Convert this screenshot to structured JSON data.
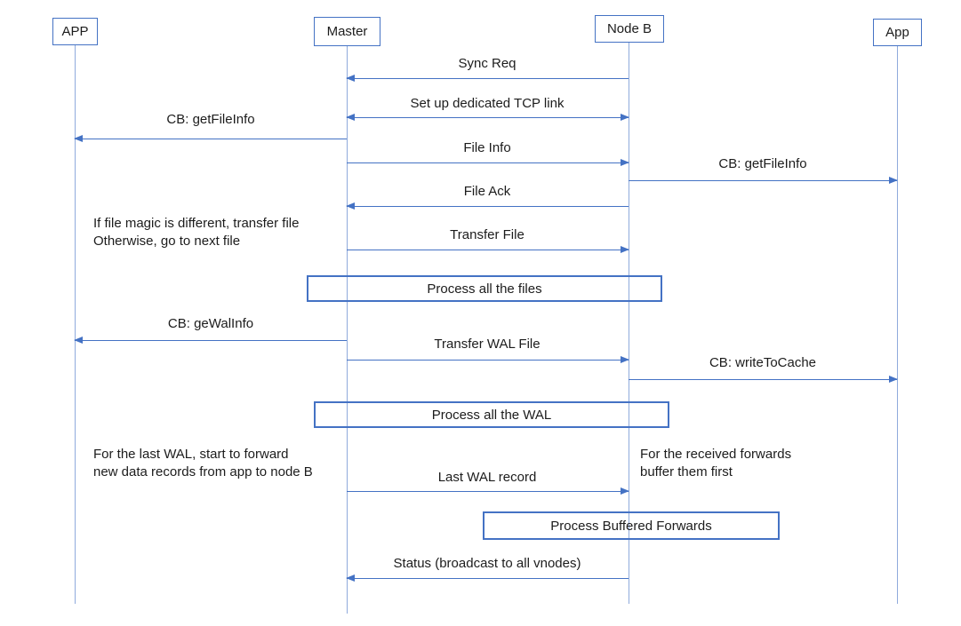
{
  "diagram": {
    "colors": {
      "accent": "#4472C4",
      "lifeline": "#8FAADC",
      "text": "#1c1c1c",
      "background": "#FFFFFF"
    },
    "actors": [
      {
        "label": "APP"
      },
      {
        "label": "Master"
      },
      {
        "label": "Node B"
      },
      {
        "label": "App"
      }
    ],
    "messages": [
      {
        "label": "Sync Req",
        "from": "Node B",
        "to": "Master",
        "direction": "left"
      },
      {
        "label": "Set up dedicated TCP link",
        "from": "Master",
        "to": "Node B",
        "direction": "both"
      },
      {
        "label": "CB: getFileInfo",
        "from": "Master",
        "to": "APP",
        "direction": "left"
      },
      {
        "label": "File Info",
        "from": "Master",
        "to": "Node B",
        "direction": "right"
      },
      {
        "label": "CB: getFileInfo",
        "from": "Node B",
        "to": "App",
        "direction": "right"
      },
      {
        "label": "File Ack",
        "from": "Node B",
        "to": "Master",
        "direction": "left"
      },
      {
        "label": "Transfer File",
        "from": "Master",
        "to": "Node B",
        "direction": "right"
      },
      {
        "label": "CB: geWalInfo",
        "from": "Master",
        "to": "APP",
        "direction": "left"
      },
      {
        "label": "Transfer WAL File",
        "from": "Master",
        "to": "Node B",
        "direction": "right"
      },
      {
        "label": "CB: writeToCache",
        "from": "Node B",
        "to": "App",
        "direction": "right"
      },
      {
        "label": "Last WAL record",
        "from": "Master",
        "to": "Node B",
        "direction": "right"
      },
      {
        "label": "Status (broadcast to all vnodes)",
        "from": "Node B",
        "to": "Master",
        "direction": "left"
      }
    ],
    "process_boxes": [
      {
        "label": "Process all the files"
      },
      {
        "label": "Process all the WAL"
      },
      {
        "label": "Process Buffered Forwards"
      }
    ],
    "notes": [
      {
        "lines": [
          "If file magic is different, transfer file",
          "Otherwise, go to next file"
        ]
      },
      {
        "lines": [
          "For the last WAL, start to forward",
          "new data records from app to node B"
        ]
      },
      {
        "lines": [
          "For the received forwards",
          "buffer them first"
        ]
      }
    ]
  }
}
